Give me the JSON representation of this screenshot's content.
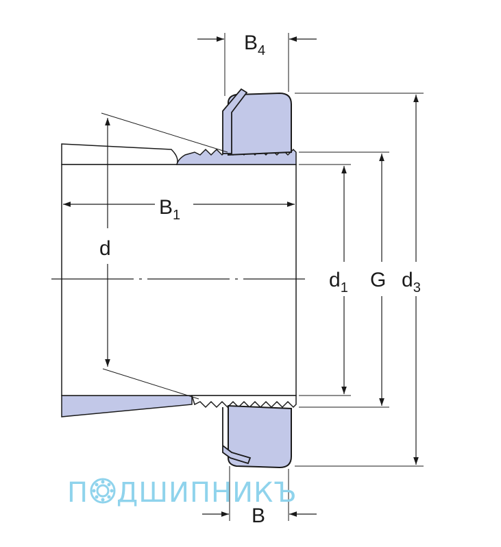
{
  "labels": {
    "b4": "B",
    "b4_sub": "4",
    "b1": "B",
    "b1_sub": "1",
    "d": "d",
    "d1": "d",
    "d1_sub": "1",
    "g": "G",
    "d3": "d",
    "d3_sub": "3",
    "b": "B"
  },
  "watermark": {
    "text_prefix": "П",
    "text_suffix": "ДШИПНИКЪ"
  },
  "colors": {
    "fill": "#c2c8e8",
    "line": "#1a1a1a",
    "watermark": "#8fd3ec"
  }
}
